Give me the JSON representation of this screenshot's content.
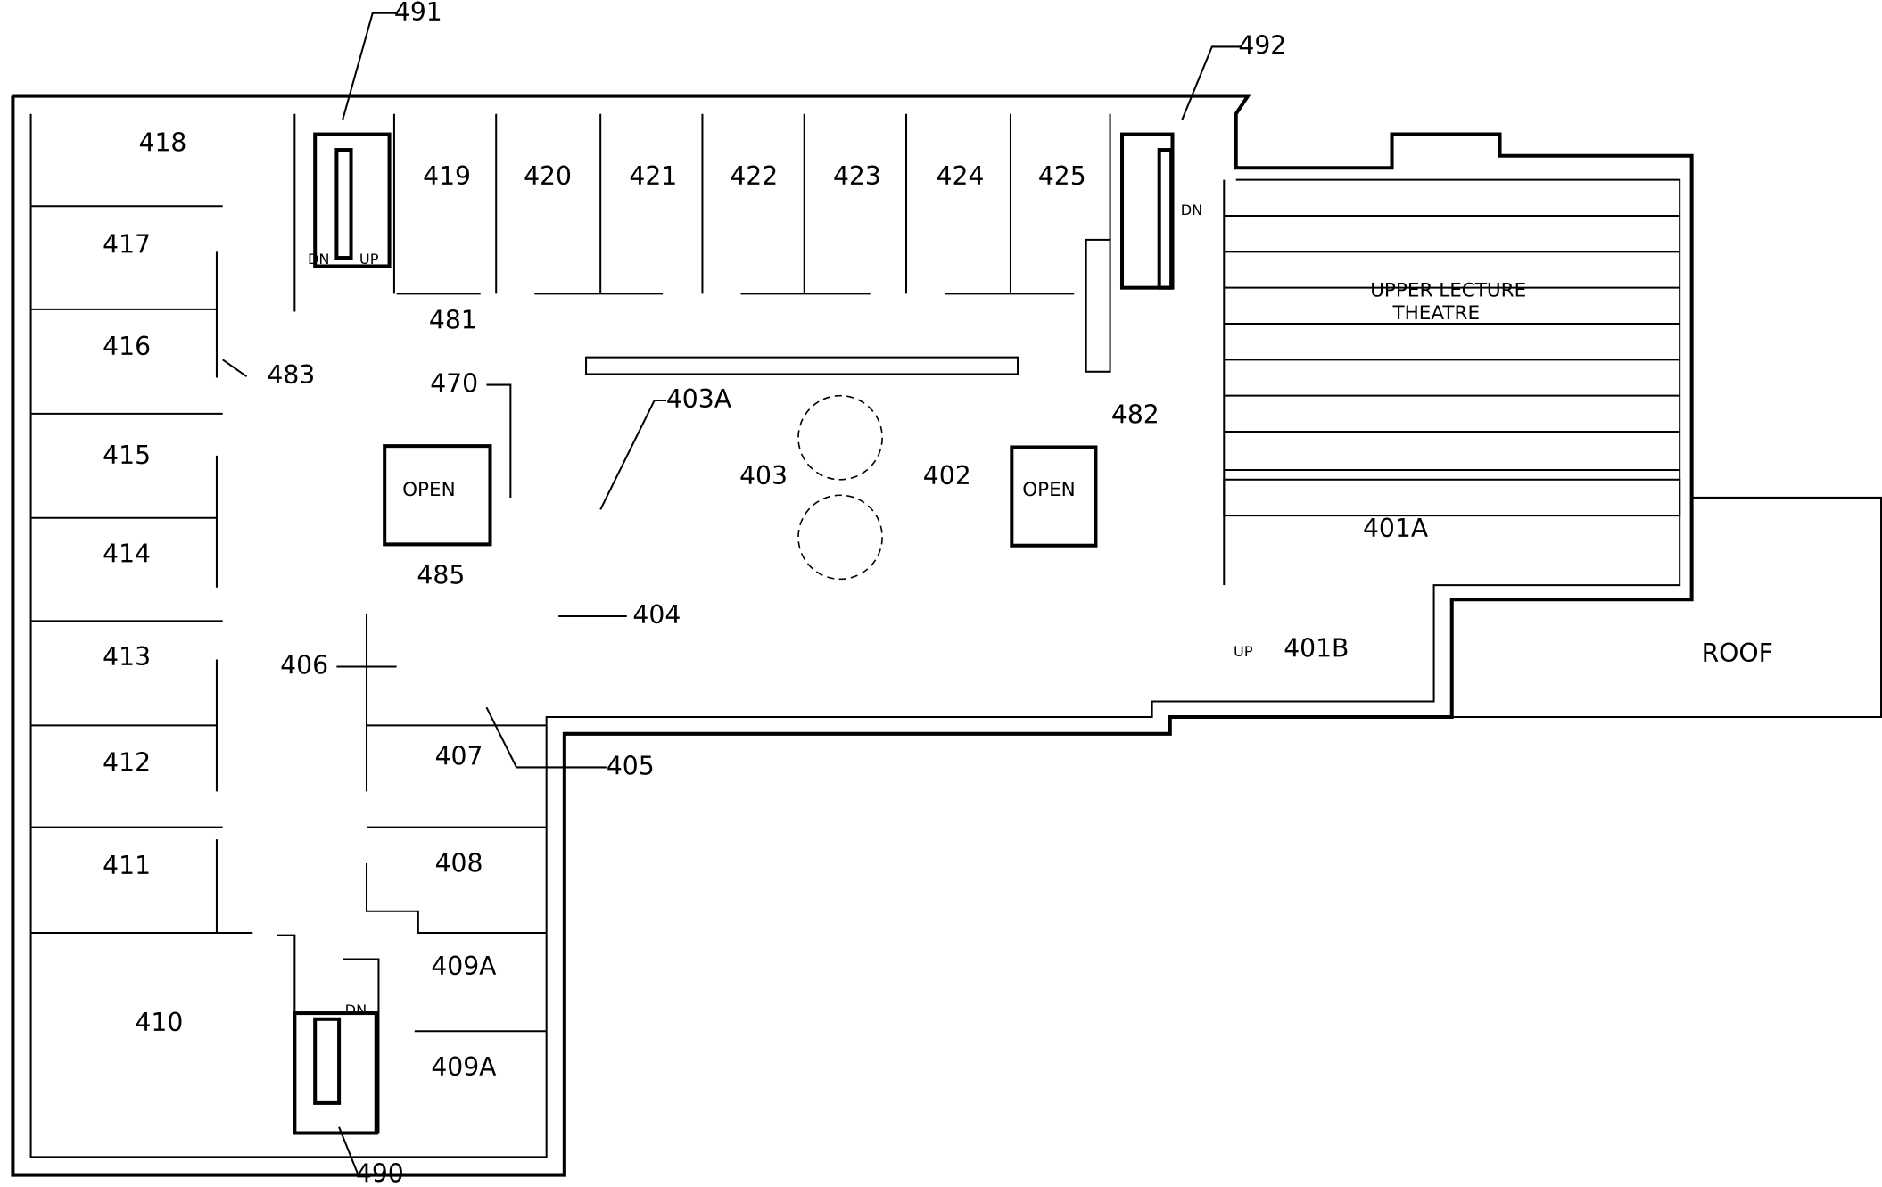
{
  "rooms": {
    "r418": "418",
    "r417": "417",
    "r416": "416",
    "r415": "415",
    "r414": "414",
    "r413": "413",
    "r412": "412",
    "r411": "411",
    "r410": "410",
    "r419": "419",
    "r420": "420",
    "r421": "421",
    "r422": "422",
    "r423": "423",
    "r424": "424",
    "r425": "425",
    "r481": "481",
    "r483": "483",
    "r470": "470",
    "r403A": "403A",
    "r403": "403",
    "r402": "402",
    "r482": "482",
    "r485": "485",
    "r404": "404",
    "r406": "406",
    "r405": "405",
    "r407": "407",
    "r408": "408",
    "r409A_1": "409A",
    "r409A_2": "409A",
    "r490": "490",
    "r491": "491",
    "r492": "492",
    "r401A": "401A",
    "r401B": "401B"
  },
  "labels": {
    "open1": "OPEN",
    "open2": "OPEN",
    "theatre_line1": "UPPER LECTURE",
    "theatre_line2": "THEATRE",
    "roof": "ROOF",
    "dn1": "DN",
    "up1": "UP",
    "dn2": "DN",
    "dn3": "DN",
    "up2": "UP"
  }
}
